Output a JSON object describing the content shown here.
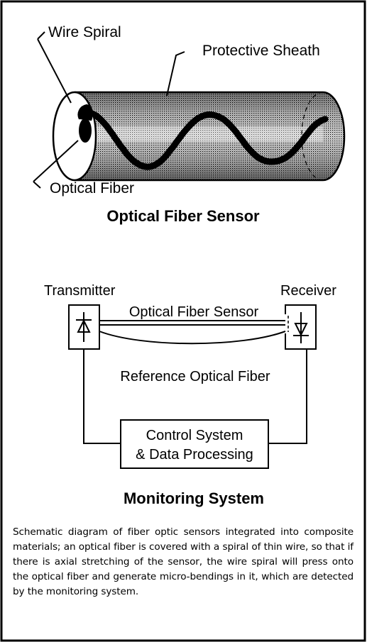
{
  "sensor_diagram": {
    "labels": {
      "wire_spiral": "Wire Spiral",
      "protective_sheath": "Protective Sheath",
      "optical_fiber": "Optical Fiber"
    },
    "title": "Optical Fiber Sensor"
  },
  "monitoring_diagram": {
    "transmitter": "Transmitter",
    "receiver": "Receiver",
    "sensor_fiber": "Optical Fiber Sensor",
    "reference_fiber": "Reference Optical Fiber",
    "control_box": {
      "line1": "Control System",
      "line2": "& Data Processing"
    },
    "title": "Monitoring System"
  },
  "caption": "Schematic diagram of fiber optic sensors integrated into composite materials; an optical fiber is covered with a spiral of thin wire, so that if there is axial stretching of the sensor, the wire spiral will press onto the optical fiber and generate micro-bendings in it, which are detected by the monitoring system."
}
